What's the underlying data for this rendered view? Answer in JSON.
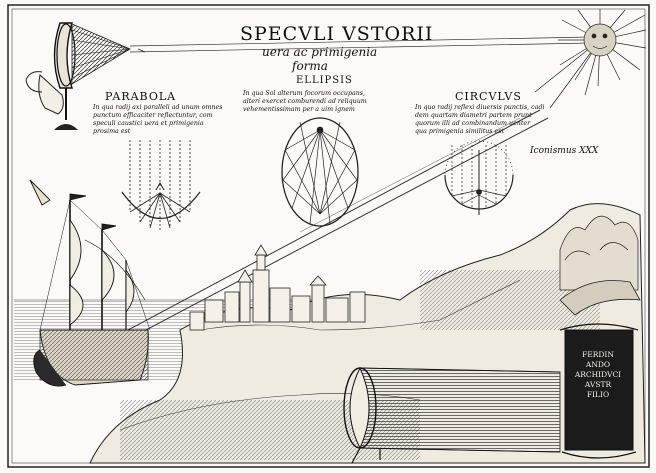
{
  "title": "SPECVLI VSTORII",
  "subtitle_line1": "uera ac primigenia",
  "subtitle_line2": "forma",
  "panels": {
    "ellipsis": {
      "heading": "ELLIPSIS",
      "lines": [
        "In qua Sol alterum focorum occupans,",
        "alteri exercet comburendi ad reliquum",
        "vehementissimam  per a uim ignem"
      ]
    },
    "parabola": {
      "heading": "PARABOLA",
      "lines": [
        "In qua radij axi paralleli ad unum omnes",
        "punctum efficaciter reflectuntur, com",
        "speculi caustici uera et primigenia",
        "prosima est"
      ]
    },
    "circulus": {
      "heading": "CIRCVLVS",
      "lines": [
        "In quo radij reflexi diuersis punctis, cadi",
        "dem quartam diametri partem prunt",
        "quorum illi ad combinandum uenter",
        "qua primigenia similitus est"
      ]
    }
  },
  "plate_number": "Iconismus XXX",
  "cartouche_lines": [
    "FERDIN",
    "ANDO",
    "ARCHIDVCI",
    "AVSTR",
    "FILIO"
  ],
  "colors": {
    "ink": "#111111",
    "paper": "#fbfaf7",
    "border": "#222222"
  }
}
